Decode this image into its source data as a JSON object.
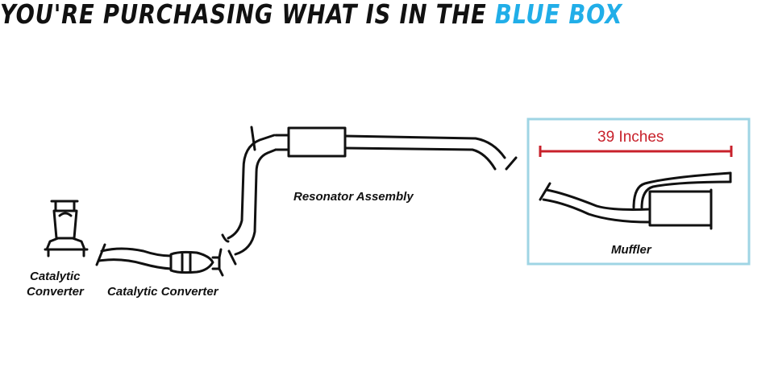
{
  "headline": {
    "prefix": "YOU'RE PURCHASING WHAT IS IN THE",
    "highlight": "BLUE BOX"
  },
  "labels": {
    "cat_converter_left_line1": "Catalytic",
    "cat_converter_left_line2": "Converter",
    "cat_converter_mid": "Catalytic Converter",
    "resonator": "Resonator Assembly",
    "muffler": "Muffler",
    "dimension": "39 Inches"
  },
  "colors": {
    "highlight_box": "#9fd5e4",
    "accent_text": "#21aee8",
    "dimension_line": "#c8212b",
    "pipe_stroke": "#111111"
  }
}
